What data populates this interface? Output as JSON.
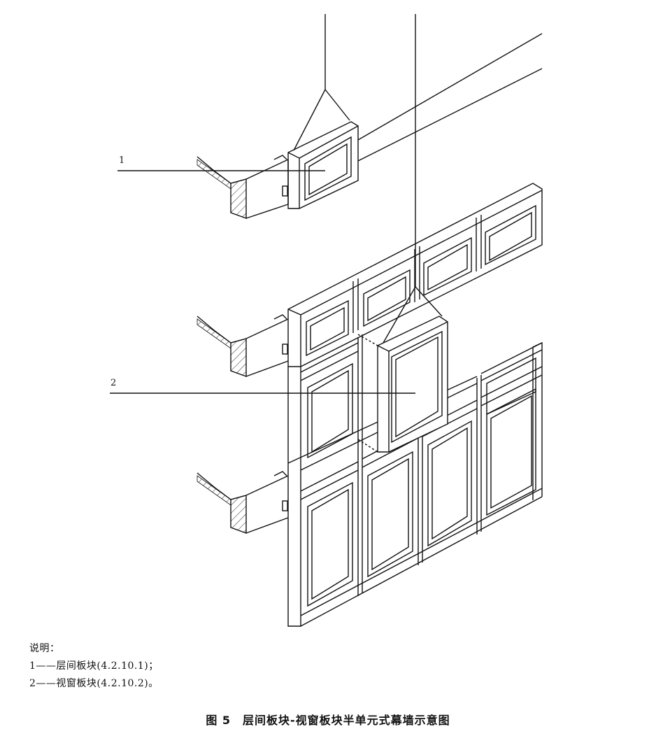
{
  "labels": {
    "item1": "1",
    "item2": "2"
  },
  "notes": {
    "heading": "说明：",
    "items": [
      "1——层间板块(4.2.10.1)；",
      "2——视窗板块(4.2.10.2)。"
    ]
  },
  "caption": "图 5　层间板块-视窗板块半单元式幕墙示意图"
}
